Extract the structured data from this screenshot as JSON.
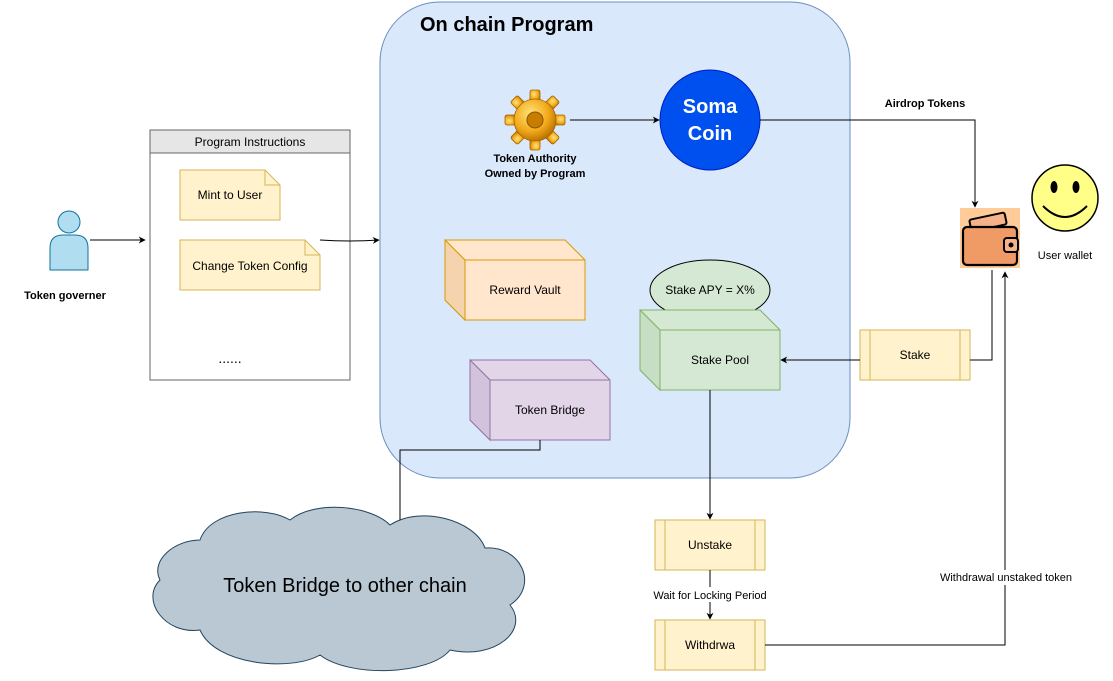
{
  "program_container": {
    "title": "On chain Program"
  },
  "token_authority": {
    "line1": "Token Authority",
    "line2": "Owned by Program"
  },
  "soma_coin": {
    "line1": "Soma",
    "line2": "Coin"
  },
  "airdrop": {
    "label": "Airdrop Tokens"
  },
  "user_wallet": {
    "label": "User wallet"
  },
  "instructions_panel": {
    "header": "Program Instructions",
    "items": [
      "Mint to User",
      "Change Token Config"
    ],
    "ellipsis": "......"
  },
  "token_governer": {
    "label": "Token governer"
  },
  "reward_vault": {
    "label": "Reward Vault"
  },
  "token_bridge": {
    "label": "Token Bridge"
  },
  "stake_apy": {
    "label": "Stake APY = X%"
  },
  "stake_pool": {
    "label": "Stake Pool"
  },
  "stake": {
    "label": "Stake"
  },
  "unstake": {
    "label": "Unstake"
  },
  "locking": {
    "label": "Wait for Locking Period"
  },
  "withdraw": {
    "label": "Withdrwa"
  },
  "withdrawal_unstaked": {
    "label": "Withdrawal unstaked token"
  },
  "bridge_cloud": {
    "label": "Token Bridge to other chain"
  },
  "colors": {
    "container_fill": "#dae8fc",
    "container_stroke": "#6c8ebf",
    "soma_fill": "#0050ef",
    "note_fill": "#fff2cc",
    "note_stroke": "#d6b656",
    "vault_fill": "#ffe6cc",
    "vault_stroke": "#d79b00",
    "bridge_fill": "#e1d5e7",
    "bridge_stroke": "#9673a6",
    "pool_fill": "#d5e8d4",
    "pool_stroke": "#82b366",
    "cloud_fill": "#bac8d3",
    "cloud_stroke": "#23445d"
  }
}
